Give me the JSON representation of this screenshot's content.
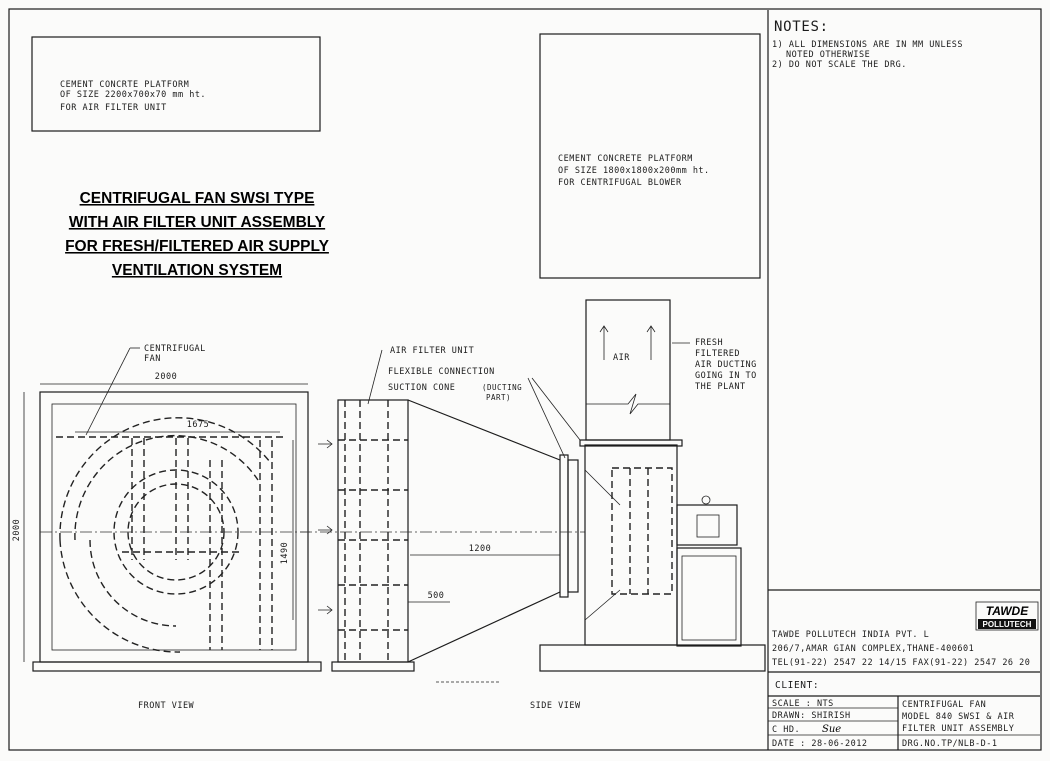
{
  "notes": {
    "heading": "NOTES:",
    "line1": "1) ALL DIMENSIONS ARE IN MM UNLESS",
    "line1b": "NOTED OTHERWISE",
    "line2": "2) DO NOT SCALE THE DRG."
  },
  "platform_filter": {
    "line1": "CEMENT CONCRTE PLATFORM",
    "line2": "OF SIZE 2200x700x70 mm ht.",
    "line3": "FOR AIR FILTER UNIT"
  },
  "platform_blower": {
    "line1": "CEMENT CONCRETE PLATFORM",
    "line2": "OF SIZE 1800x1800x200mm ht.",
    "line3": "FOR CENTRIFUGAL BLOWER"
  },
  "title": {
    "line1": "CENTRIFUGAL FAN SWSI TYPE",
    "line2": "WITH AIR FILTER UNIT ASSEMBLY",
    "line3": "FOR FRESH/FILTERED AIR SUPPLY",
    "line4": "VENTILATION SYSTEM"
  },
  "labels": {
    "centrifugal_fan_1": "CENTRIFUGAL",
    "centrifugal_fan_2": "FAN",
    "air_filter_unit": "AIR FILTER UNIT",
    "flexible_connection": "FLEXIBLE CONNECTION",
    "suction_cone": "SUCTION CONE",
    "ducting_part_1": "(DUCTING",
    "ducting_part_2": "PART)",
    "air": "AIR",
    "fresh_1": "FRESH",
    "fresh_2": "FILTERED",
    "fresh_3": "AIR DUCTING",
    "fresh_4": "GOING IN TO",
    "fresh_5": "THE PLANT",
    "front_view": "FRONT VIEW",
    "side_view": "SIDE VIEW"
  },
  "dimensions": {
    "width_2000": "2000",
    "height_2000": "2000",
    "inner_1675": "1675",
    "inner_1490": "1490",
    "cone_1200": "1200",
    "cone_500": "500"
  },
  "company": {
    "logo_top": "TAWDE",
    "logo_bottom": "POLLUTECH",
    "name": "TAWDE POLLUTECH INDIA PVT. L",
    "address": "206/7,AMAR GIAN COMPLEX,THANE-400601",
    "phone": "TEL(91-22) 2547 22 14/15 FAX(91-22) 2547 26 20"
  },
  "title_block": {
    "client": "CLIENT:",
    "scale": "SCALE : NTS",
    "drawn": "DRAWN: SHIRISH",
    "checked": "C HD.",
    "checked_sign": "Sue",
    "date": "DATE : 28-06-2012",
    "desc1": "CENTRIFUGAL FAN",
    "desc2": "MODEL 840 SWSI & AIR",
    "desc3": "FILTER UNIT ASSEMBLY",
    "drg_no": "DRG.NO.TP/NLB-D-1"
  }
}
